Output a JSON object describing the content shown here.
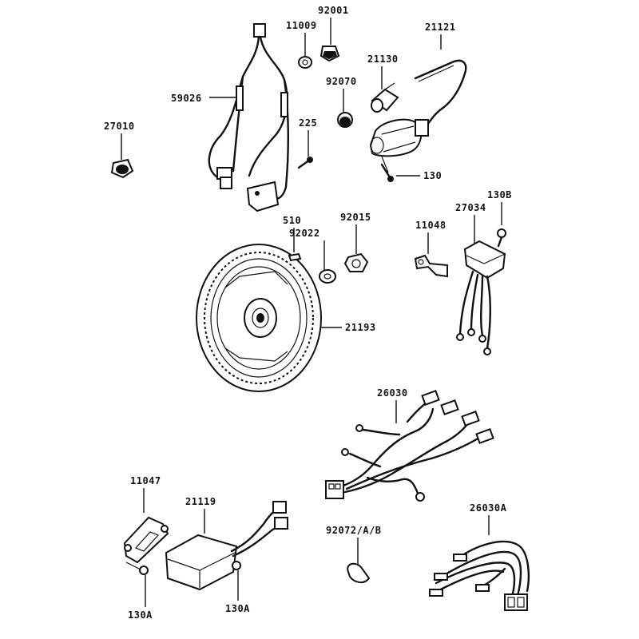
{
  "labels": {
    "p92001": "92001",
    "p11009": "11009",
    "p21121": "21121",
    "p21130": "21130",
    "p92070": "92070",
    "p59026": "59026",
    "p27010": "27010",
    "p225": "225",
    "p130": "130",
    "p130B": "130B",
    "p27034": "27034",
    "p11048": "11048",
    "p510": "510",
    "p92015": "92015",
    "p92022": "92022",
    "p21193": "21193",
    "p26030": "26030",
    "p11047": "11047",
    "p21119": "21119",
    "p26030A": "26030A",
    "p92072": "92072/A/B",
    "p130A_left": "130A",
    "p130A_right": "130A"
  }
}
